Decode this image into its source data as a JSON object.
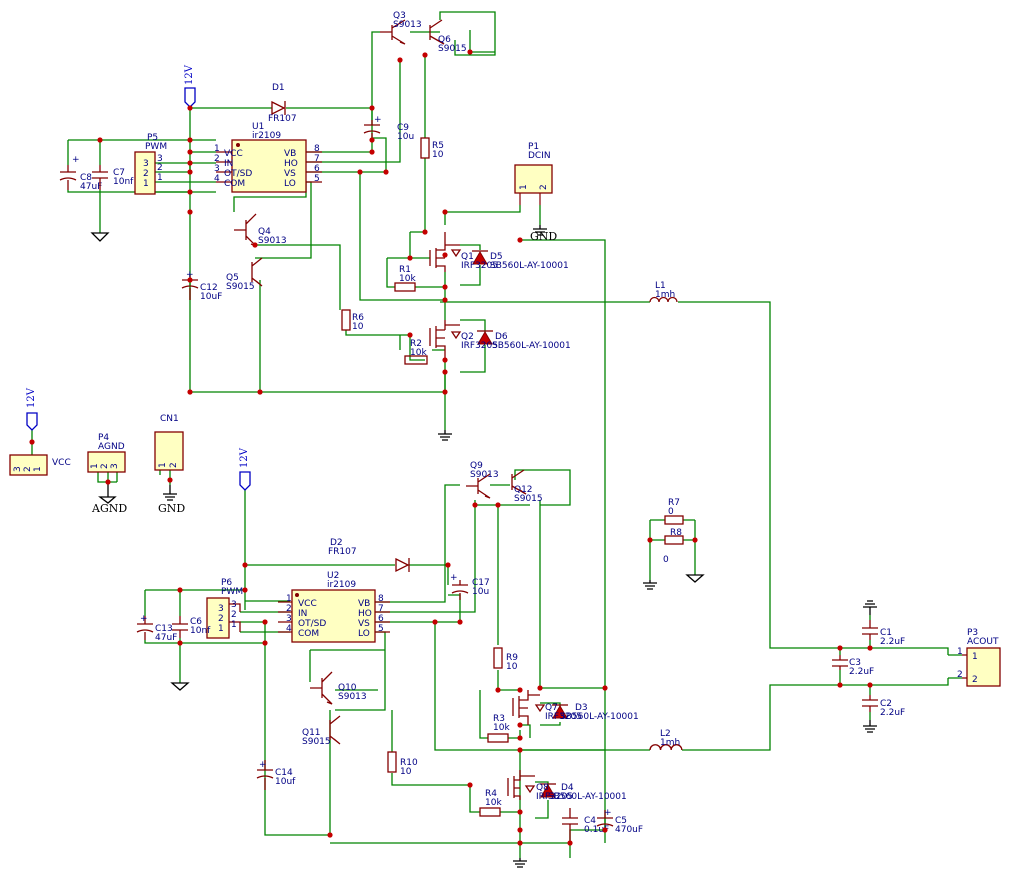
{
  "components": {
    "U1": {
      "ref": "U1",
      "value": "ir2109",
      "pins": {
        "VCC": "VCC",
        "IN": "IN",
        "SD": "OT/SD",
        "COM": "COM",
        "VB": "VB",
        "HO": "HO",
        "VS": "VS",
        "LO": "LO"
      },
      "nums": {
        "p1": "1",
        "p2": "2",
        "p3": "3",
        "p4": "4",
        "p8": "8",
        "p7": "7",
        "p6": "6",
        "p5": "5"
      }
    },
    "U2": {
      "ref": "U2",
      "value": "ir2109",
      "pins": {
        "VCC": "VCC",
        "IN": "IN",
        "SD": "OT/SD",
        "COM": "COM",
        "VB": "VB",
        "HO": "HO",
        "VS": "VS",
        "LO": "LO"
      },
      "nums": {
        "p1": "1",
        "p2": "2",
        "p3": "3",
        "p4": "4",
        "p8": "8",
        "p7": "7",
        "p6": "6",
        "p5": "5"
      }
    },
    "P5": {
      "ref": "P5",
      "value": "PWM",
      "n3": "3",
      "n2": "2",
      "n1": "1",
      "pn3": "3",
      "pn2": "2",
      "pn1": "1"
    },
    "P6": {
      "ref": "P6",
      "value": "PWM",
      "n3": "3",
      "n2": "2",
      "n1": "1",
      "pn3": "3",
      "pn2": "2",
      "pn1": "1"
    },
    "P1": {
      "ref": "P1",
      "value": "DCIN",
      "n1": "1",
      "n2": "2"
    },
    "P3": {
      "ref": "P3",
      "value": "ACOUT",
      "n1": "1",
      "n2": "2",
      "pn1": "1",
      "pn2": "2"
    },
    "P4": {
      "ref": "P4",
      "value": "AGND",
      "n1": "1",
      "n2": "2",
      "n3": "3"
    },
    "CN1": {
      "ref": "CN1",
      "n1": "1",
      "n2": "2"
    },
    "VCC": {
      "ref": "VCC",
      "n3": "3",
      "n2": "2",
      "n1": "1"
    },
    "D1": {
      "ref": "D1",
      "value": "FR107"
    },
    "D2": {
      "ref": "D2",
      "value": "FR107"
    },
    "D3": {
      "ref": "D3",
      "value": "SB560L-AY-10001"
    },
    "D4": {
      "ref": "D4",
      "value": "SB560L-AY-10001"
    },
    "D5": {
      "ref": "D5",
      "value": "SB560L-AY-10001"
    },
    "D6": {
      "ref": "D6",
      "value": "SB560L-AY-10001"
    },
    "Q1": {
      "ref": "Q1",
      "value": "IRF3205"
    },
    "Q2": {
      "ref": "Q2",
      "value": "IRF3205"
    },
    "Q7": {
      "ref": "Q7",
      "value": "IRF3205"
    },
    "Q8": {
      "ref": "Q8",
      "value": "IRF3205"
    },
    "Q3": {
      "ref": "Q3",
      "value": "S9013"
    },
    "Q4": {
      "ref": "Q4",
      "value": "S9013"
    },
    "Q5": {
      "ref": "Q5",
      "value": "S9015"
    },
    "Q6": {
      "ref": "Q6",
      "value": "S9015"
    },
    "Q9": {
      "ref": "Q9",
      "value": "S9013"
    },
    "Q10": {
      "ref": "Q10",
      "value": "S9013"
    },
    "Q11": {
      "ref": "Q11",
      "value": "S9015"
    },
    "Q12": {
      "ref": "Q12",
      "value": "S9015"
    },
    "R1": {
      "ref": "R1",
      "value": "10k"
    },
    "R2": {
      "ref": "R2",
      "value": "10k"
    },
    "R3": {
      "ref": "R3",
      "value": "10k"
    },
    "R4": {
      "ref": "R4",
      "value": "10k"
    },
    "R5": {
      "ref": "R5",
      "value": "10"
    },
    "R6": {
      "ref": "R6",
      "value": "10"
    },
    "R7": {
      "ref": "R7",
      "value": "0"
    },
    "R8": {
      "ref": "R8",
      "value": "0"
    },
    "R9": {
      "ref": "R9",
      "value": "10"
    },
    "R10": {
      "ref": "R10",
      "value": "10"
    },
    "C1": {
      "ref": "C1",
      "value": "2.2uF"
    },
    "C2": {
      "ref": "C2",
      "value": "2.2uF"
    },
    "C3": {
      "ref": "C3",
      "value": "2.2uF"
    },
    "C4": {
      "ref": "C4",
      "value": "0.1uF"
    },
    "C5": {
      "ref": "C5",
      "value": "470uF"
    },
    "C6": {
      "ref": "C6",
      "value": "10nf"
    },
    "C7": {
      "ref": "C7",
      "value": "10nf"
    },
    "C8": {
      "ref": "C8",
      "value": "47uF"
    },
    "C9": {
      "ref": "C9",
      "value": "10u"
    },
    "C12": {
      "ref": "C12",
      "value": "10uF"
    },
    "C13": {
      "ref": "C13",
      "value": "47uF"
    },
    "C14": {
      "ref": "C14",
      "value": "10uf"
    },
    "C17": {
      "ref": "C17",
      "value": "10u"
    },
    "L1": {
      "ref": "L1",
      "value": "1mh"
    },
    "L2": {
      "ref": "L2",
      "value": "1mh"
    }
  },
  "nets": {
    "v12": "12V",
    "gnd": "GND",
    "agnd": "AGND"
  },
  "colors": {
    "wire": "#008400",
    "component": "#840000",
    "text": "#000084",
    "power": "#0000c4",
    "junction": "#c40000"
  }
}
